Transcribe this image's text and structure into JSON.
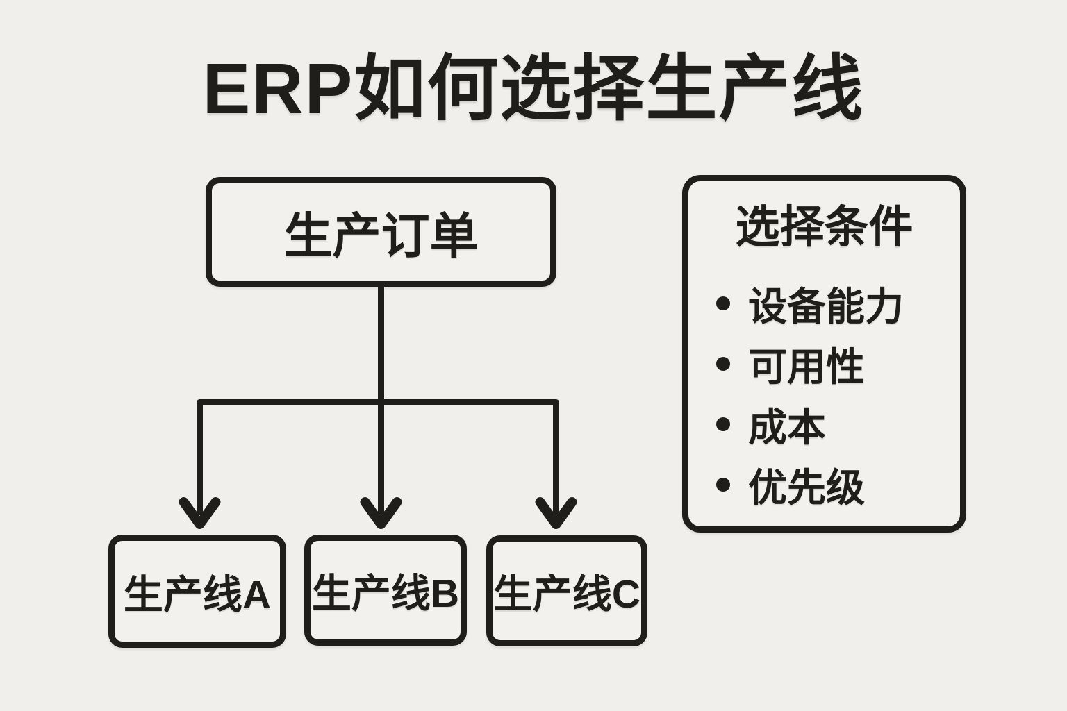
{
  "title": "ERP如何选择生产线",
  "flowchart": {
    "source": {
      "label": "生产订单"
    },
    "targets": [
      {
        "label": "生产线A"
      },
      {
        "label": "生产线B"
      },
      {
        "label": "生产线C"
      }
    ]
  },
  "criteria": {
    "heading": "选择条件",
    "items": [
      "设备能力",
      "可用性",
      "成本",
      "优先级"
    ]
  },
  "colors": {
    "background": "#f1efec",
    "ink": "#201e1b"
  }
}
